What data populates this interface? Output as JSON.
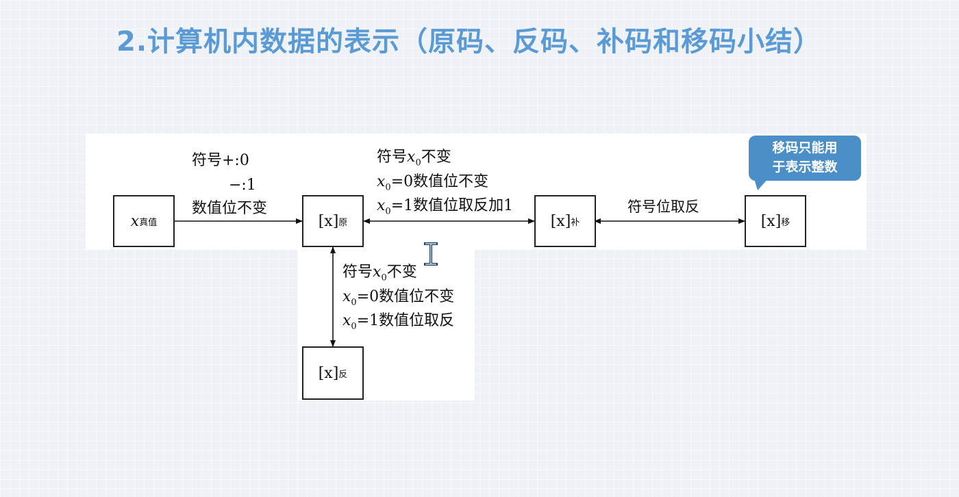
{
  "title": "2.计算机内数据的表示（原码、反码、补码和移码小结）",
  "boxes": {
    "true_value": {
      "base": "x",
      "sub": "真值"
    },
    "original": {
      "base": "[x]",
      "sub": "原"
    },
    "complement": {
      "base": "[x]",
      "sub": "补"
    },
    "biased": {
      "base": "[x]",
      "sub": "移"
    },
    "ones": {
      "base": "[x]",
      "sub": "反"
    }
  },
  "labels": {
    "true_to_original": {
      "line1": "符号+:0",
      "line2": "−:1",
      "line3": "数值位不变"
    },
    "original_complement": {
      "line1_prefix": "符号",
      "line1_var": "x",
      "line1_sub": "0",
      "line1_suffix": "不变",
      "line2_var": "x",
      "line2_sub": "0",
      "line2_suffix": "=0数值位不变",
      "line3_var": "x",
      "line3_sub": "0",
      "line3_suffix": "=1数值位取反加1"
    },
    "complement_biased": "符号位取反",
    "original_ones": {
      "line1_prefix": "符号",
      "line1_var": "x",
      "line1_sub": "0",
      "line1_suffix": "不变",
      "line2_var": "x",
      "line2_sub": "0",
      "line2_suffix": "=0数值位不变",
      "line3_var": "x",
      "line3_sub": "0",
      "line3_suffix": "=1数值位取反"
    }
  },
  "callout": {
    "line1": "移码只能用",
    "line2": "于表示整数"
  },
  "colors": {
    "title": "#5b9bd5",
    "callout": "#4a8fc8",
    "cursor": "#1d3f6e"
  },
  "cursor_icon": "text-cursor-icon"
}
